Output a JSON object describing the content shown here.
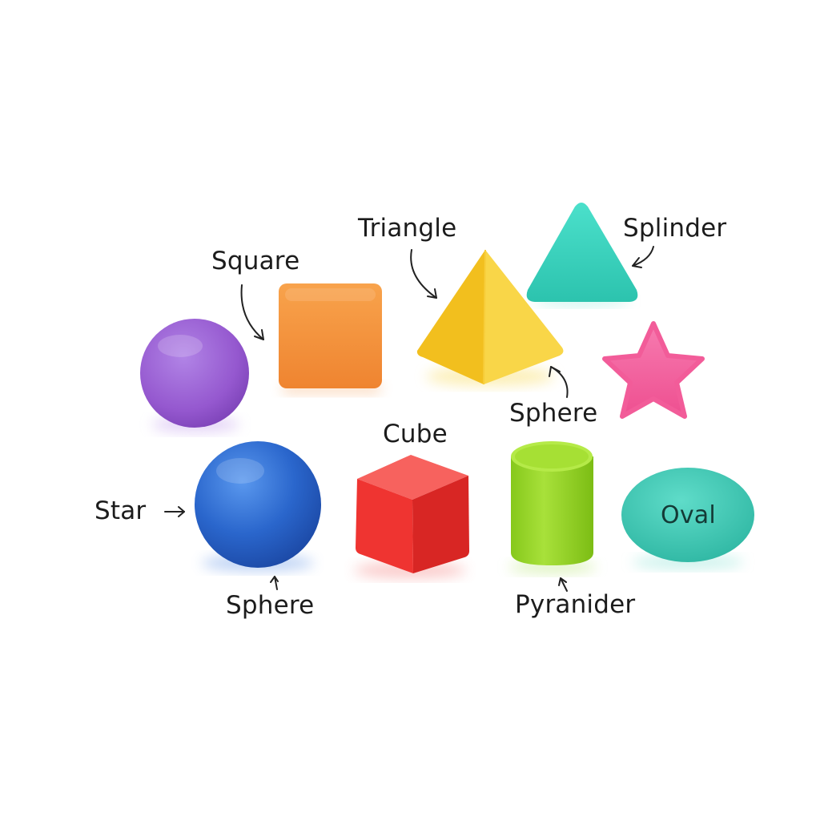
{
  "labels": {
    "square": "Square",
    "triangle": "Triangle",
    "splinder": "Splinder",
    "sphere_top": "Sphere",
    "cube": "Cube",
    "star": "Star",
    "sphere_bottom": "Sphere",
    "pyranider": "Pyranider",
    "oval": "Oval"
  },
  "shapes": [
    {
      "name": "purple-circle",
      "color": "#9b5fd3"
    },
    {
      "name": "orange-square",
      "color": "#f5913b"
    },
    {
      "name": "yellow-pyramid",
      "color": "#f7cf35"
    },
    {
      "name": "teal-triangle",
      "color": "#37d2bd"
    },
    {
      "name": "pink-star",
      "color": "#f45e9c"
    },
    {
      "name": "blue-sphere",
      "color": "#2d6fd4"
    },
    {
      "name": "red-cube",
      "color": "#f03c3a"
    },
    {
      "name": "green-cylinder",
      "color": "#9ad826"
    },
    {
      "name": "teal-oval",
      "color": "#3cc7b3"
    }
  ]
}
